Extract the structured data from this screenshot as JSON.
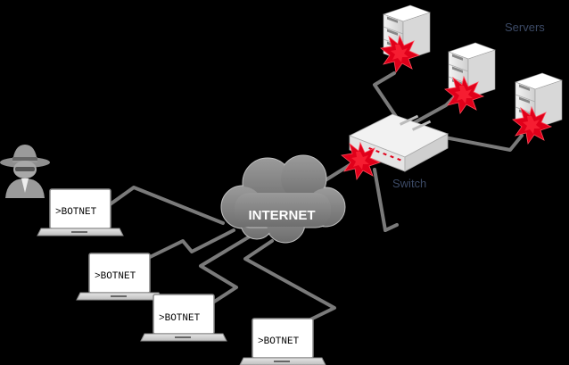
{
  "labels": {
    "servers": "Servers",
    "switch": "Switch",
    "internet": "INTERNET"
  },
  "laptops": [
    {
      "screen_text": ">BOTNET"
    },
    {
      "screen_text": ">BOTNET"
    },
    {
      "screen_text": ">BOTNET"
    },
    {
      "screen_text": ">BOTNET"
    }
  ],
  "colors": {
    "background": "#000000",
    "cable": "#7a7a7a",
    "cloud": "#8c8c8c",
    "attack_burst": "#e0001a",
    "server_body": "#e8e8e8",
    "label_text": "#3c4a66"
  },
  "icons": {
    "attacker": "hacker-icon",
    "server": "server-icon",
    "switch": "switch-icon",
    "burst": "attack-burst-icon",
    "laptop": "laptop-icon",
    "cloud": "cloud-icon"
  }
}
